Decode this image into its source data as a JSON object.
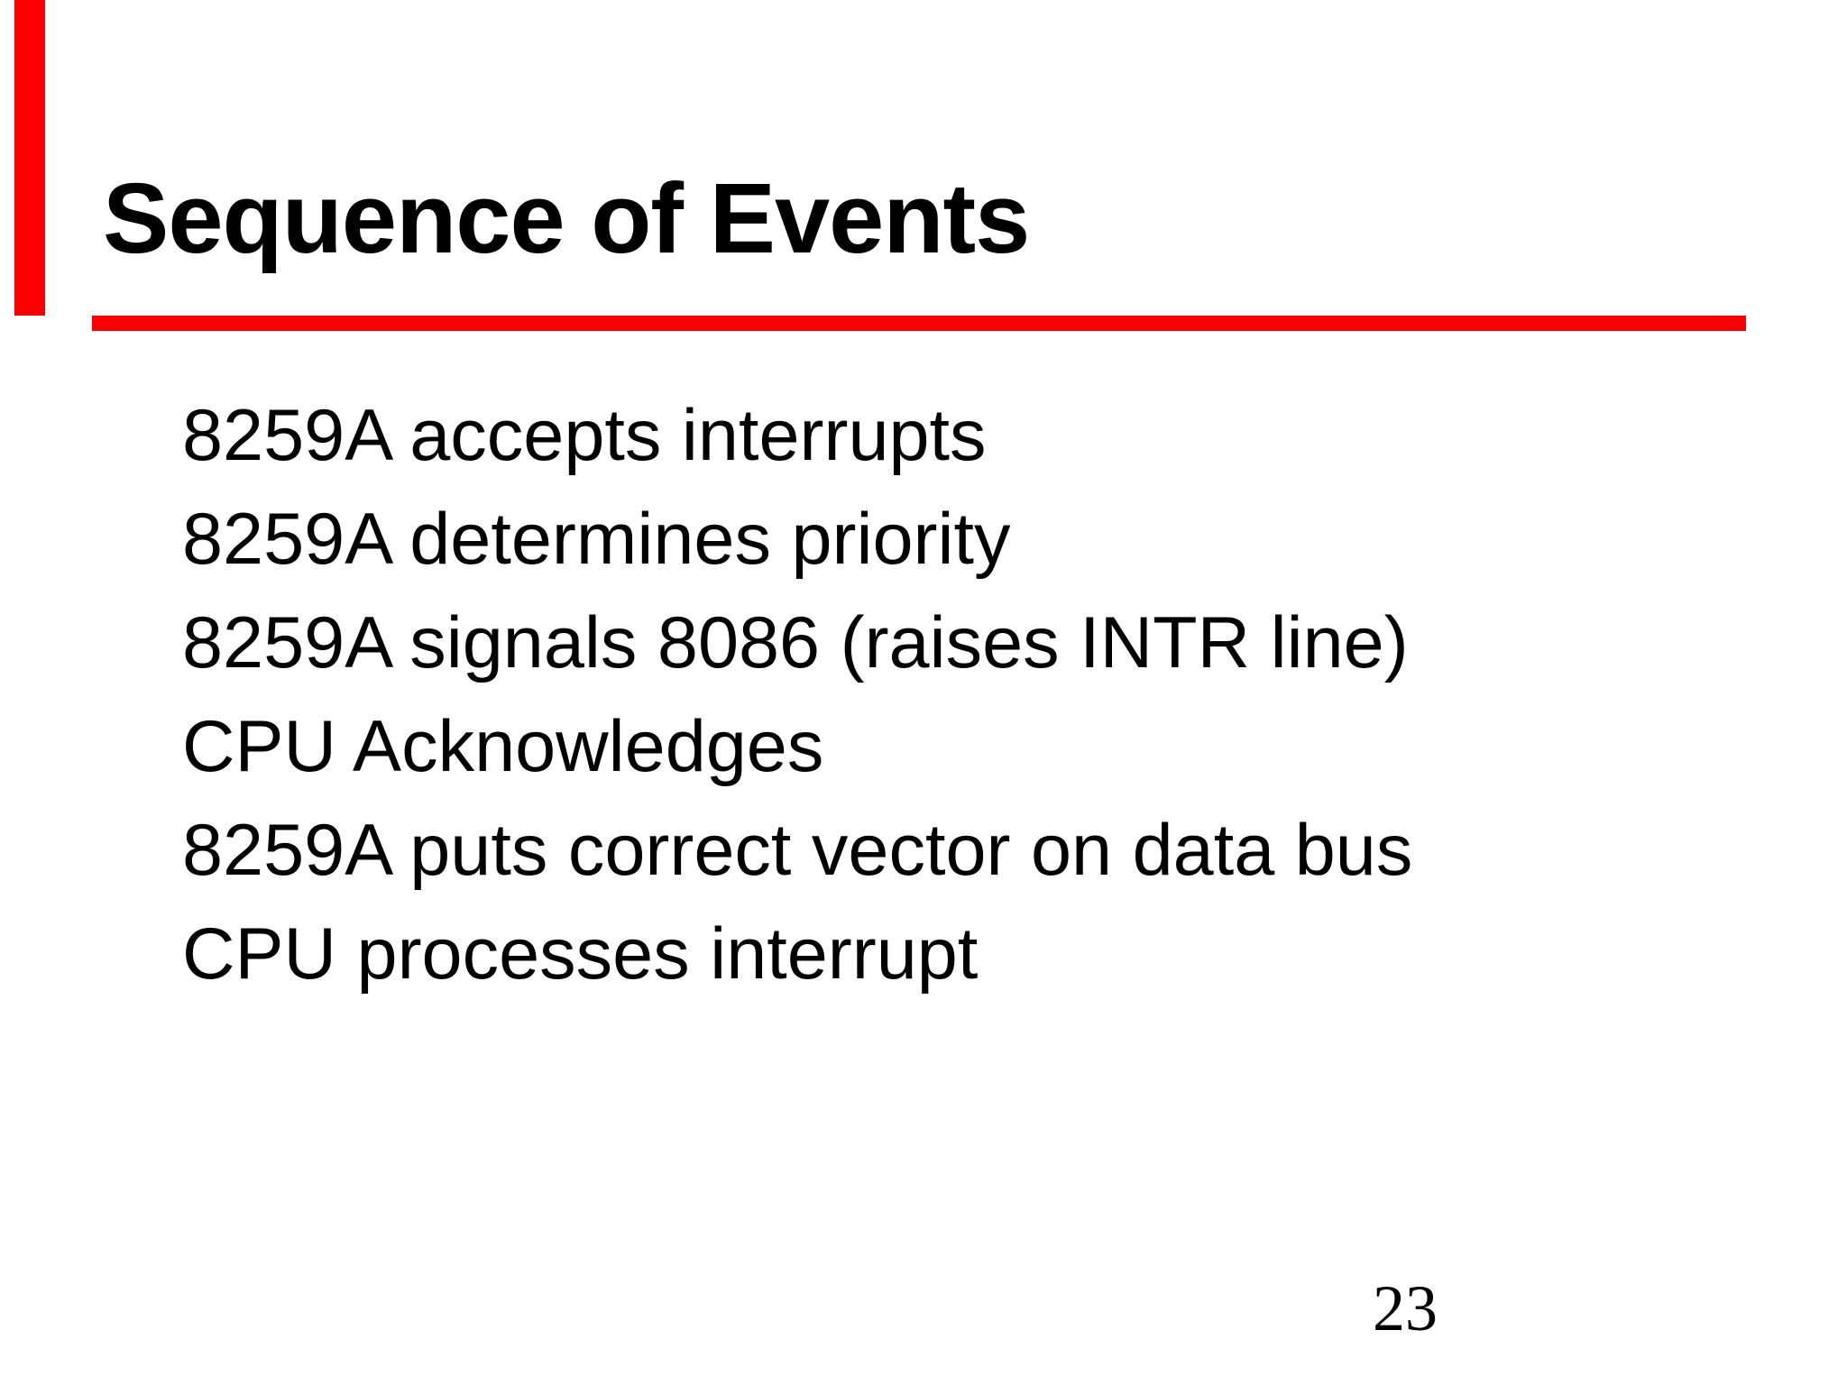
{
  "slide": {
    "title": "Sequence of Events",
    "bullets": [
      "8259A accepts interrupts",
      "8259A determines priority",
      "8259A signals 8086 (raises INTR line)",
      "CPU Acknowledges",
      "8259A puts correct vector on data bus",
      "CPU processes interrupt"
    ],
    "page_number": "23",
    "colors": {
      "accent_red": "#fb0000",
      "text": "#000000",
      "background": "#ffffff"
    }
  }
}
